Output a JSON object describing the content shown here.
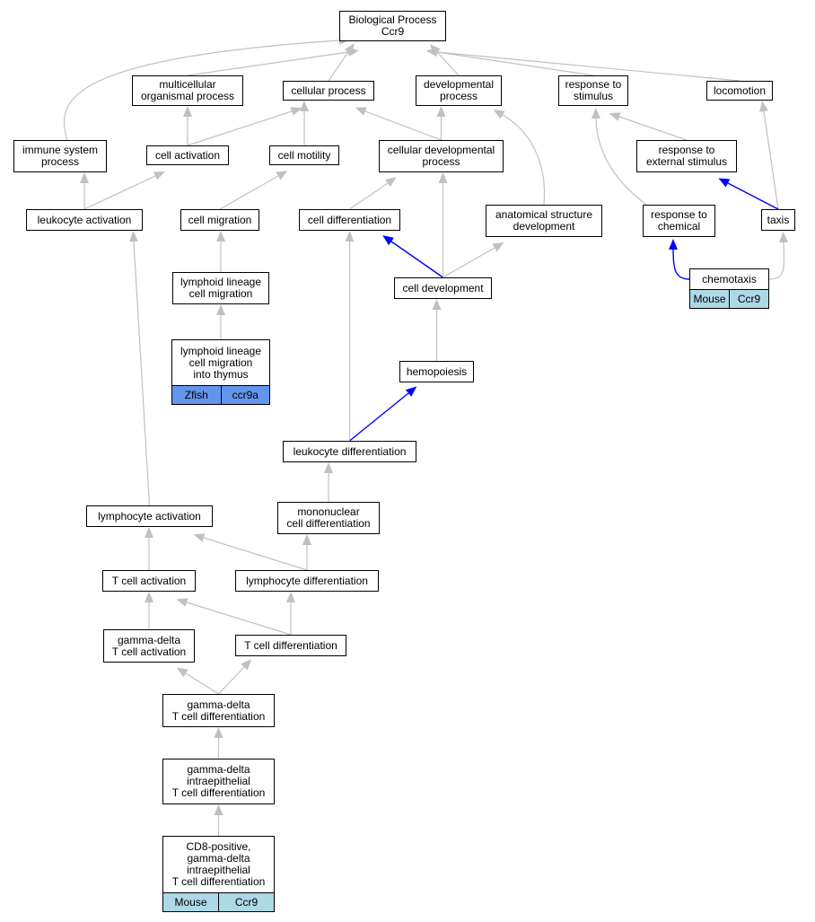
{
  "nodes": {
    "bp": [
      "Biological Process",
      "Ccr9"
    ],
    "multicellular": [
      "multicellular",
      "organismal process"
    ],
    "cellular_process": [
      "cellular process"
    ],
    "developmental": [
      "developmental",
      "process"
    ],
    "response_stimulus": [
      "response to",
      "stimulus"
    ],
    "locomotion": [
      "locomotion"
    ],
    "immune": [
      "immune system",
      "process"
    ],
    "cell_activation": [
      "cell activation"
    ],
    "cell_motility": [
      "cell motility"
    ],
    "cell_dev_process": [
      "cellular developmental",
      "process"
    ],
    "response_external": [
      "response to",
      "external stimulus"
    ],
    "leukocyte_activation": [
      "leukocyte activation"
    ],
    "cell_migration": [
      "cell migration"
    ],
    "cell_differentiation": [
      "cell differentiation"
    ],
    "anatomical": [
      "anatomical structure",
      "development"
    ],
    "response_chemical": [
      "response to",
      "chemical"
    ],
    "taxis": [
      "taxis"
    ],
    "lymphoid_migration": [
      "lymphoid lineage",
      "cell migration"
    ],
    "cell_development": [
      "cell development"
    ],
    "chemotaxis": [
      "chemotaxis"
    ],
    "lymphoid_thymus": [
      "lymphoid lineage",
      "cell migration",
      "into thymus"
    ],
    "hemopoiesis": [
      "hemopoiesis"
    ],
    "leukocyte_diff": [
      "leukocyte differentiation"
    ],
    "mononuclear": [
      "mononuclear",
      "cell differentiation"
    ],
    "lymphocyte_activation": [
      "lymphocyte activation"
    ],
    "t_activation": [
      "T cell activation"
    ],
    "lymphocyte_diff": [
      "lymphocyte differentiation"
    ],
    "gd_activation": [
      "gamma-delta",
      "T cell activation"
    ],
    "t_diff": [
      "T cell differentiation"
    ],
    "gd_diff": [
      "gamma-delta",
      "T cell differentiation"
    ],
    "gd_intra": [
      "gamma-delta",
      "intraepithelial",
      "T cell differentiation"
    ],
    "cd8": [
      "CD8-positive,",
      "gamma-delta",
      "intraepithelial",
      "T cell differentiation"
    ]
  },
  "annotations": {
    "chemotaxis": [
      "Mouse",
      "Ccr9"
    ],
    "lymphoid_thymus": [
      "Zfish",
      "ccr9a"
    ],
    "cd8": [
      "Mouse",
      "Ccr9"
    ]
  },
  "colors": {
    "edge_default": "#c0c0c0",
    "edge_highlight": "#0000ff",
    "mouse_annotation": "#add8e6",
    "zfish_annotation": "#6495ed"
  }
}
